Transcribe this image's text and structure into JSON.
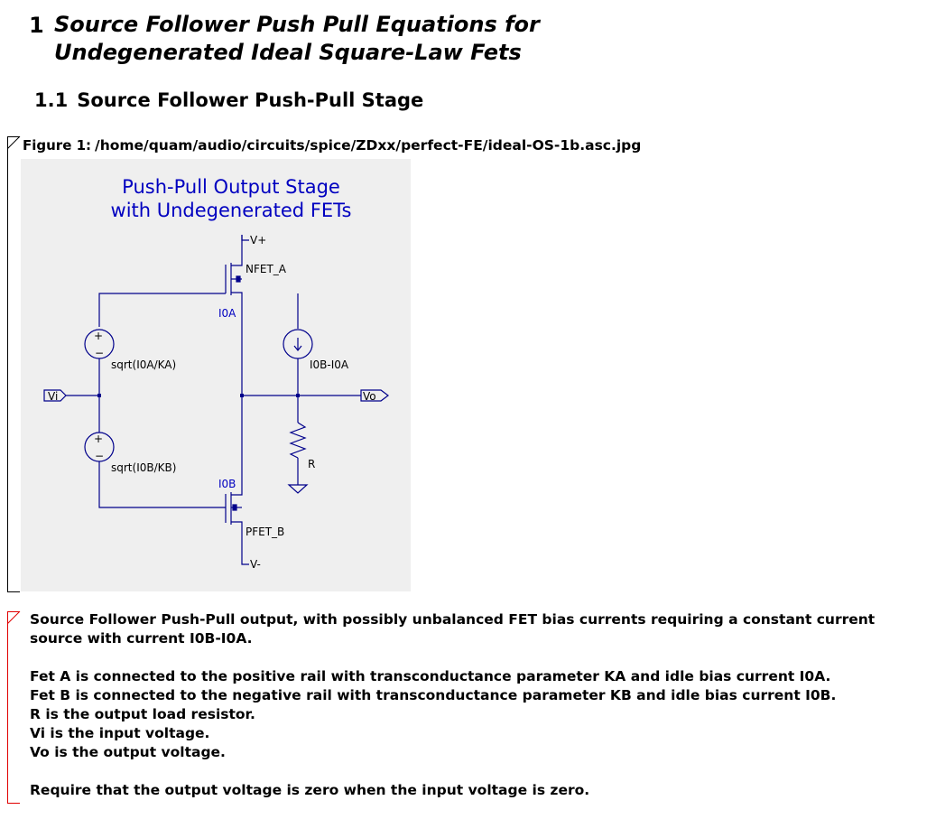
{
  "section": {
    "number": "1",
    "title": "Source Follower Push Pull Equations for Undegenerated Ideal Square-Law Fets"
  },
  "subsection": {
    "number": "1.1",
    "title": "Source Follower Push-Pull Stage"
  },
  "figure": {
    "label": "Figure 1:",
    "path": "/home/quam/audio/circuits/spice/ZDxx/perfect-FE/ideal-OS-1b.asc.jpg",
    "schematic": {
      "title_line1": "Push-Pull Output Stage",
      "title_line2": "with Undegenerated FETs",
      "vplus": "V+",
      "vminus": "V-",
      "nfet": "NFET_A",
      "pfet": "PFET_B",
      "i0a": "I0A",
      "i0b": "I0B",
      "src_top": "sqrt(I0A/KA)",
      "src_bot": "sqrt(I0B/KB)",
      "isrc": "I0B-I0A",
      "vi": "Vi",
      "vo": "Vo",
      "r": "R",
      "plus_sign": "+",
      "minus_sign": "−"
    }
  },
  "description": {
    "p1_line1": "Source Follower Push-Pull output, with possibly unbalanced FET bias currents requiring a constant current",
    "p1_line2": "source with current  I0B-I0A.",
    "lines": [
      "Fet A is connected to the positive rail with transconductance parameter KA and idle bias current I0A.",
      "Fet B is connected to the negative rail with transconductance parameter KB and idle bias current I0B.",
      "R is the output load resistor.",
      "Vi is the input voltage.",
      "Vo is the output voltage."
    ],
    "p3": "Require that the output voltage is zero when the input voltage is zero."
  },
  "colors": {
    "wire": "#00008b",
    "schematic_title": "#0000c0",
    "schematic_bg": "#efefef",
    "note_bracket": "#e00000"
  }
}
